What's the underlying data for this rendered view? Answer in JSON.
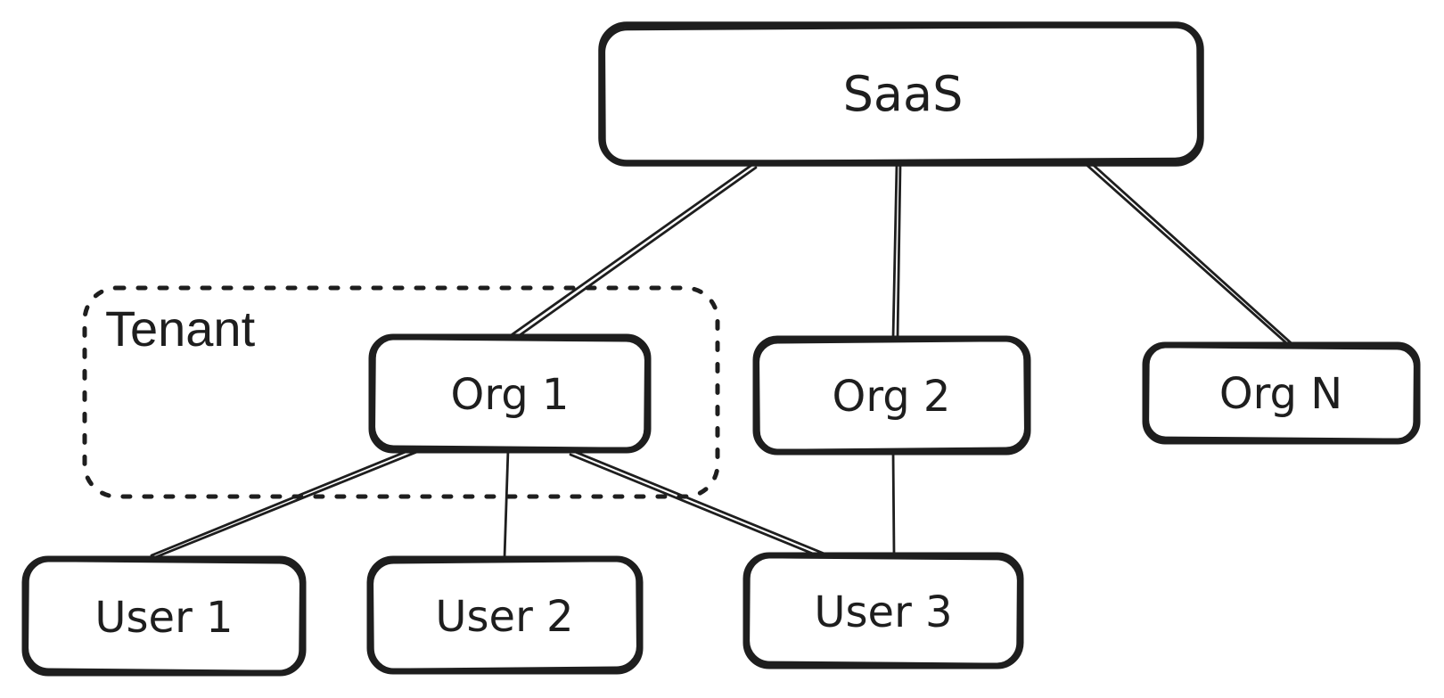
{
  "canvas": {
    "background": "#ffffff",
    "stroke_color": "#1e1e1e"
  },
  "tenant_group": {
    "label": "Tenant",
    "border_style": "dashed",
    "contains": [
      "Org 1"
    ]
  },
  "nodes": {
    "saas": {
      "label": "SaaS"
    },
    "org1": {
      "label": "Org 1"
    },
    "org2": {
      "label": "Org 2"
    },
    "orgn": {
      "label": "Org N"
    },
    "user1": {
      "label": "User 1"
    },
    "user2": {
      "label": "User 2"
    },
    "user3": {
      "label": "User 3"
    }
  },
  "edges": [
    {
      "from": "SaaS",
      "to": "Org 1",
      "style": "double-line"
    },
    {
      "from": "SaaS",
      "to": "Org 2",
      "style": "double-line"
    },
    {
      "from": "SaaS",
      "to": "Org N",
      "style": "double-line"
    },
    {
      "from": "Org 1",
      "to": "User 1",
      "style": "double-line"
    },
    {
      "from": "Org 1",
      "to": "User 2",
      "style": "single-line"
    },
    {
      "from": "Org 1",
      "to": "User 3",
      "style": "double-line"
    },
    {
      "from": "Org 2",
      "to": "User 3",
      "style": "single-line"
    }
  ]
}
